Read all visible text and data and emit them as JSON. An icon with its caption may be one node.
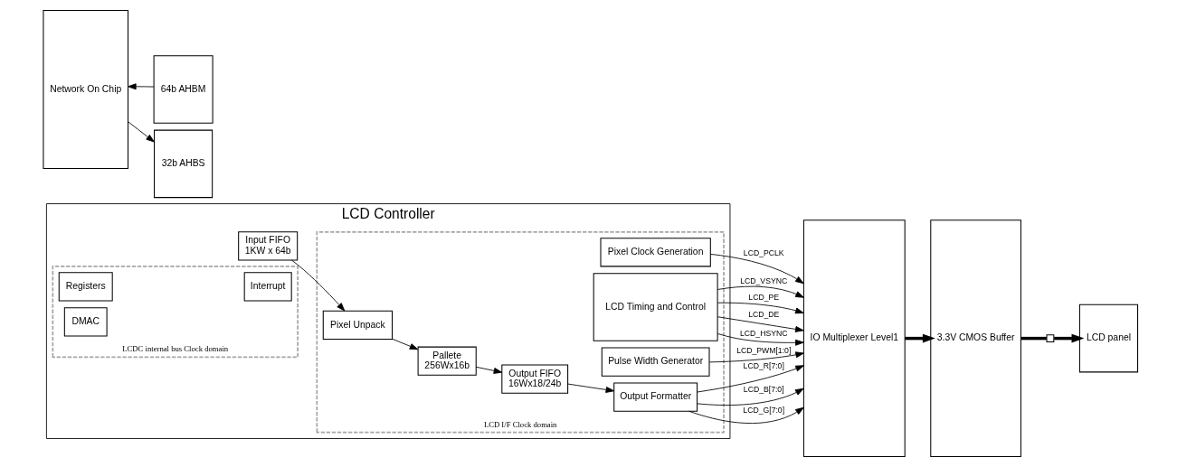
{
  "diagram": {
    "nodes": [
      {
        "text": [
          "Network On Chip"
        ]
      },
      {
        "text": [
          "LCD Controller"
        ]
      },
      {
        "text": [
          "LCDC internal bus Clock domain"
        ],
        "in": 1
      },
      {
        "text": [
          "32b AHBS"
        ]
      },
      {
        "text": [
          "64b AHBM"
        ]
      },
      {
        "text": [
          "Interrupt"
        ],
        "in": 2
      },
      {
        "text": [
          "Registers"
        ],
        "in": 2
      },
      {
        "text": [
          "DMAC"
        ],
        "in": 2
      },
      {
        "text": [
          "Input FIFO",
          "1KW x 64b"
        ],
        "in": 1
      },
      {
        "text": [
          "LCD I/F Clock domain"
        ],
        "in": 1
      },
      {
        "text": [
          "Pixel Clock Generation"
        ],
        "in": 9
      },
      {
        "text": [
          "LCD Timing and Control"
        ],
        "in": 9
      },
      {
        "text": [
          "Pulse Width Generator"
        ],
        "in": 9
      },
      {
        "text": [
          "Pixel Unpack"
        ],
        "in": 9
      },
      {
        "text": [
          "Pallete",
          "256Wx16b"
        ],
        "in": 9
      },
      {
        "text": [
          "Output FIFO",
          "16Wx18/24b"
        ],
        "in": 9
      },
      {
        "text": [
          "Output Formatter"
        ],
        "in": 9
      },
      {
        "text": [
          "IO Multiplexer Level1"
        ]
      },
      {
        "text": [
          "3.3V CMOS Buffer"
        ]
      },
      {
        "text": [],
        "shape": "box"
      },
      {
        "text": [
          "LCD panel"
        ]
      }
    ],
    "edges": [
      {
        "from": 0,
        "to": 3,
        "arrow": "to"
      },
      {
        "from": 4,
        "to": 0,
        "arrow": "to"
      },
      {
        "from": 8,
        "to": 13,
        "arrow": "to"
      },
      {
        "from": 13,
        "to": 14,
        "arrow": "to"
      },
      {
        "from": 14,
        "to": 15,
        "arrow": "to"
      },
      {
        "from": 15,
        "to": 16,
        "arrow": "to"
      },
      {
        "from": 10,
        "to": 17,
        "arrow": "to",
        "label": "LCD_PCLK"
      },
      {
        "from": 11,
        "to": 17,
        "arrow": "to",
        "label": "LCD_PE"
      },
      {
        "from": 11,
        "to": 17,
        "arrow": "to",
        "label": "LCD_DE"
      },
      {
        "from": 11,
        "to": 17,
        "arrow": "to",
        "label": "LCD_HSYNC"
      },
      {
        "from": 11,
        "to": 17,
        "arrow": "to",
        "label": "LCD_VSYNC"
      },
      {
        "from": 12,
        "to": 17,
        "arrow": "to",
        "label": "LCD_PWM[1:0]"
      },
      {
        "from": 16,
        "to": 17,
        "arrow": "to",
        "label": "LCD_R[7:0]"
      },
      {
        "from": 16,
        "to": 17,
        "arrow": "to",
        "label": "LCD_B[7:0]"
      },
      {
        "from": 16,
        "to": 17,
        "arrow": "to",
        "label": "LCD_G[7:0]"
      },
      {
        "from": 17,
        "to": 18,
        "arrow": "to",
        "style": "thick"
      },
      {
        "from": 18,
        "to": 19,
        "arrow": "none",
        "style": "thick"
      },
      {
        "from": 19,
        "to": 20,
        "arrow": "to",
        "style": "thick"
      }
    ]
  }
}
